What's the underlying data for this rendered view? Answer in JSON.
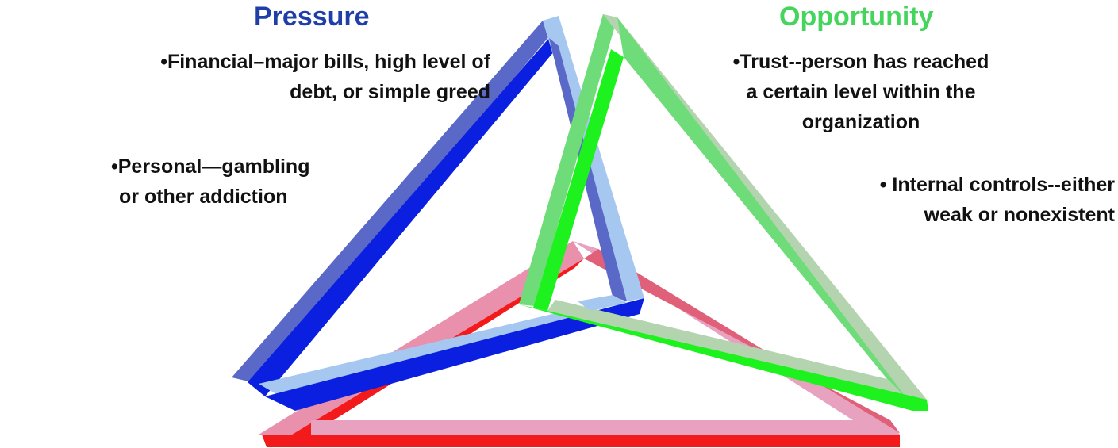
{
  "headings": {
    "pressure": "Pressure",
    "opportunity": "Opportunity"
  },
  "notes": {
    "financial": {
      "line1": "•Financial–major bills, high level of",
      "line2": "debt, or simple greed"
    },
    "personal": {
      "line1": "•Personal—gambling",
      "line2": "or other addiction"
    },
    "trust": {
      "line1": "•Trust--person has reached",
      "line2": "a certain level within the",
      "line3": "organization"
    },
    "controls": {
      "line1": "• Internal controls--either",
      "line2": "weak or nonexistent"
    }
  },
  "colors": {
    "pressure_dark": "#0a1fe0",
    "pressure_mid": "#5a68c8",
    "pressure_light": "#a6c8f0",
    "opportunity_dark": "#1ef21e",
    "opportunity_mid": "#6fdc7a",
    "opportunity_light": "#b4d4b0",
    "red_dark": "#f21a1a",
    "red_mid": "#e0607a",
    "red_light": "#e8a2c0",
    "pressure_text": "#1f3fa8",
    "opportunity_text": "#45d45c",
    "note_text": "#111111"
  }
}
